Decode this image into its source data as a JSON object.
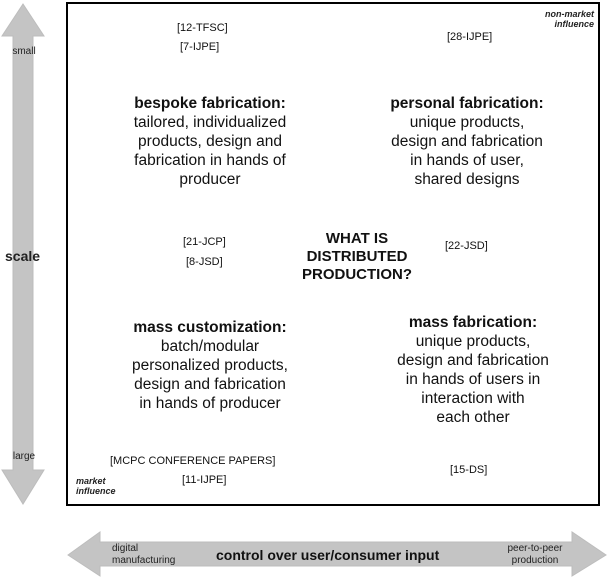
{
  "vertical_axis": {
    "title": "scale",
    "top_label": "small",
    "bottom_label": "large",
    "color": "#c4c4c4"
  },
  "horizontal_axis": {
    "title": "control over user/consumer input",
    "left_label": "digital\nmanufacturing",
    "right_label": "peer-to-peer\nproduction",
    "color": "#c4c4c4"
  },
  "corners": {
    "top_right": "non-market\ninfluence",
    "bottom_left": "market\ninfluence"
  },
  "center_question": "WHAT IS\nDISTRIBUTED\nPRODUCTION?",
  "quadrants": {
    "top_left": {
      "title": "bespoke fabrication:",
      "description": "tailored, individualized\nproducts, design and\nfabrication in hands of\nproducer"
    },
    "top_right": {
      "title": "personal fabrication:",
      "description": "unique products,\ndesign and fabrication\nin hands of user,\nshared designs"
    },
    "bottom_left": {
      "title": "mass customization:",
      "description": "batch/modular\npersonalized products,\ndesign and fabrication\nin hands of producer"
    },
    "bottom_right": {
      "title": "mass fabrication:",
      "description": "unique products,\ndesign and fabrication\nin hands of users in\ninteraction with\neach other"
    }
  },
  "references": {
    "r1": "[12-TFSC]",
    "r2": "[7-IJPE]",
    "r3": "[28-IJPE]",
    "r4": "[21-JCP]",
    "r5": "[8-JSD]",
    "r6": "[22-JSD]",
    "r7": "[MCPC CONFERENCE PAPERS]",
    "r8": "[11-IJPE]",
    "r9": "[15-DS]"
  }
}
